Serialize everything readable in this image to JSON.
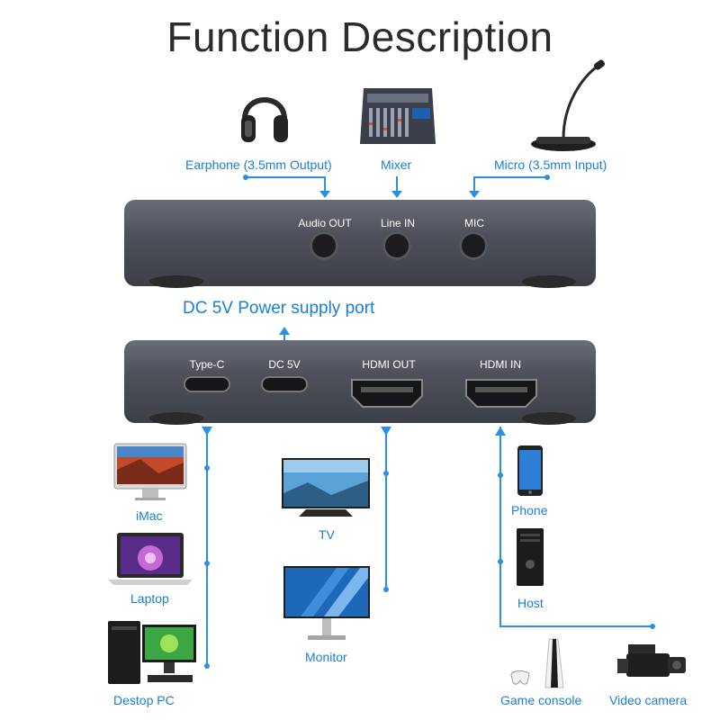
{
  "title": "Function Description",
  "top_devices": {
    "earphone": "Earphone (3.5mm Output)",
    "mixer": "Mixer",
    "micro": "Micro (3.5mm Input)"
  },
  "top_ports": {
    "audio_out": "Audio OUT",
    "line_in": "Line IN",
    "mic": "MIC"
  },
  "power_label": "DC 5V Power supply port",
  "bottom_ports": {
    "type_c": "Type-C",
    "dc_5v": "DC 5V",
    "hdmi_out": "HDMI OUT",
    "hdmi_in": "HDMI IN"
  },
  "left_devices": {
    "imac": "iMac",
    "laptop": "Laptop",
    "desktop": "Destop PC"
  },
  "middle_devices": {
    "tv": "TV",
    "monitor": "Monitor"
  },
  "right_devices": {
    "phone": "Phone",
    "host": "Host",
    "game_console": "Game console",
    "video_camera": "Video camera"
  },
  "colors": {
    "accent": "#2b8fe3",
    "device": "#4a4d58",
    "text": "#2b2b2b"
  }
}
